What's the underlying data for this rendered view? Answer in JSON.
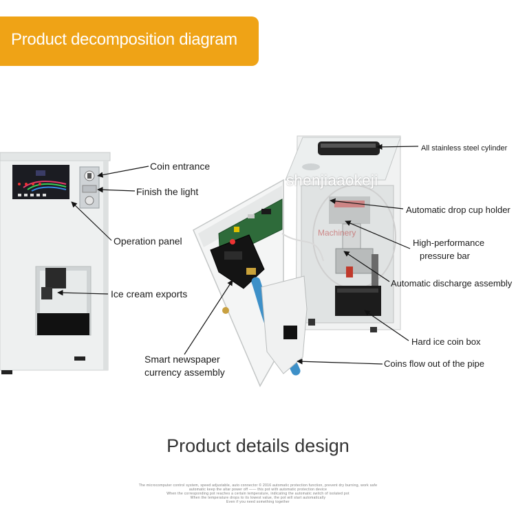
{
  "banner": {
    "title": "Product decomposition diagram"
  },
  "labels": {
    "coin_entrance": "Coin entrance",
    "finish_light": "Finish the light",
    "operation_panel": "Operation panel",
    "ice_cream_exports": "Ice cream exports",
    "smart_newspaper_line1": "Smart newspaper",
    "smart_newspaper_line2": "currency assembly",
    "stainless_cylinder": "All stainless steel cylinder",
    "drop_cup_holder": "Automatic drop cup holder",
    "pressure_bar_line1": "High-performance",
    "pressure_bar_line2": "pressure bar",
    "discharge_assembly": "Automatic discharge assembly",
    "hard_ice_coin_box": "Hard ice coin box",
    "coins_flow": "Coins flow out of the pipe"
  },
  "watermark": {
    "text": "shenjiaaokeji",
    "inner": "Machinery"
  },
  "footer": {
    "title": "Product details design",
    "fine_lines": [
      "The microcomputer control system, speed adjustable, auto connector © 2016 automatic protection function, prevent dry burning, work safe",
      "automatic keep the altar power off —— this pot with automatic protection device",
      "When the corresponding pot reaches a certain temperature, indicating the automatic switch of isolated pot",
      "When the temperature drops to its lowest value, the pot will start automatically",
      "Even if you need something together"
    ]
  },
  "colors": {
    "banner_bg": "#efa316",
    "banner_text": "#ffffff",
    "machine_body": "#eceeee",
    "hose": "#3d90c8",
    "pcb": "#2e6b3a"
  }
}
